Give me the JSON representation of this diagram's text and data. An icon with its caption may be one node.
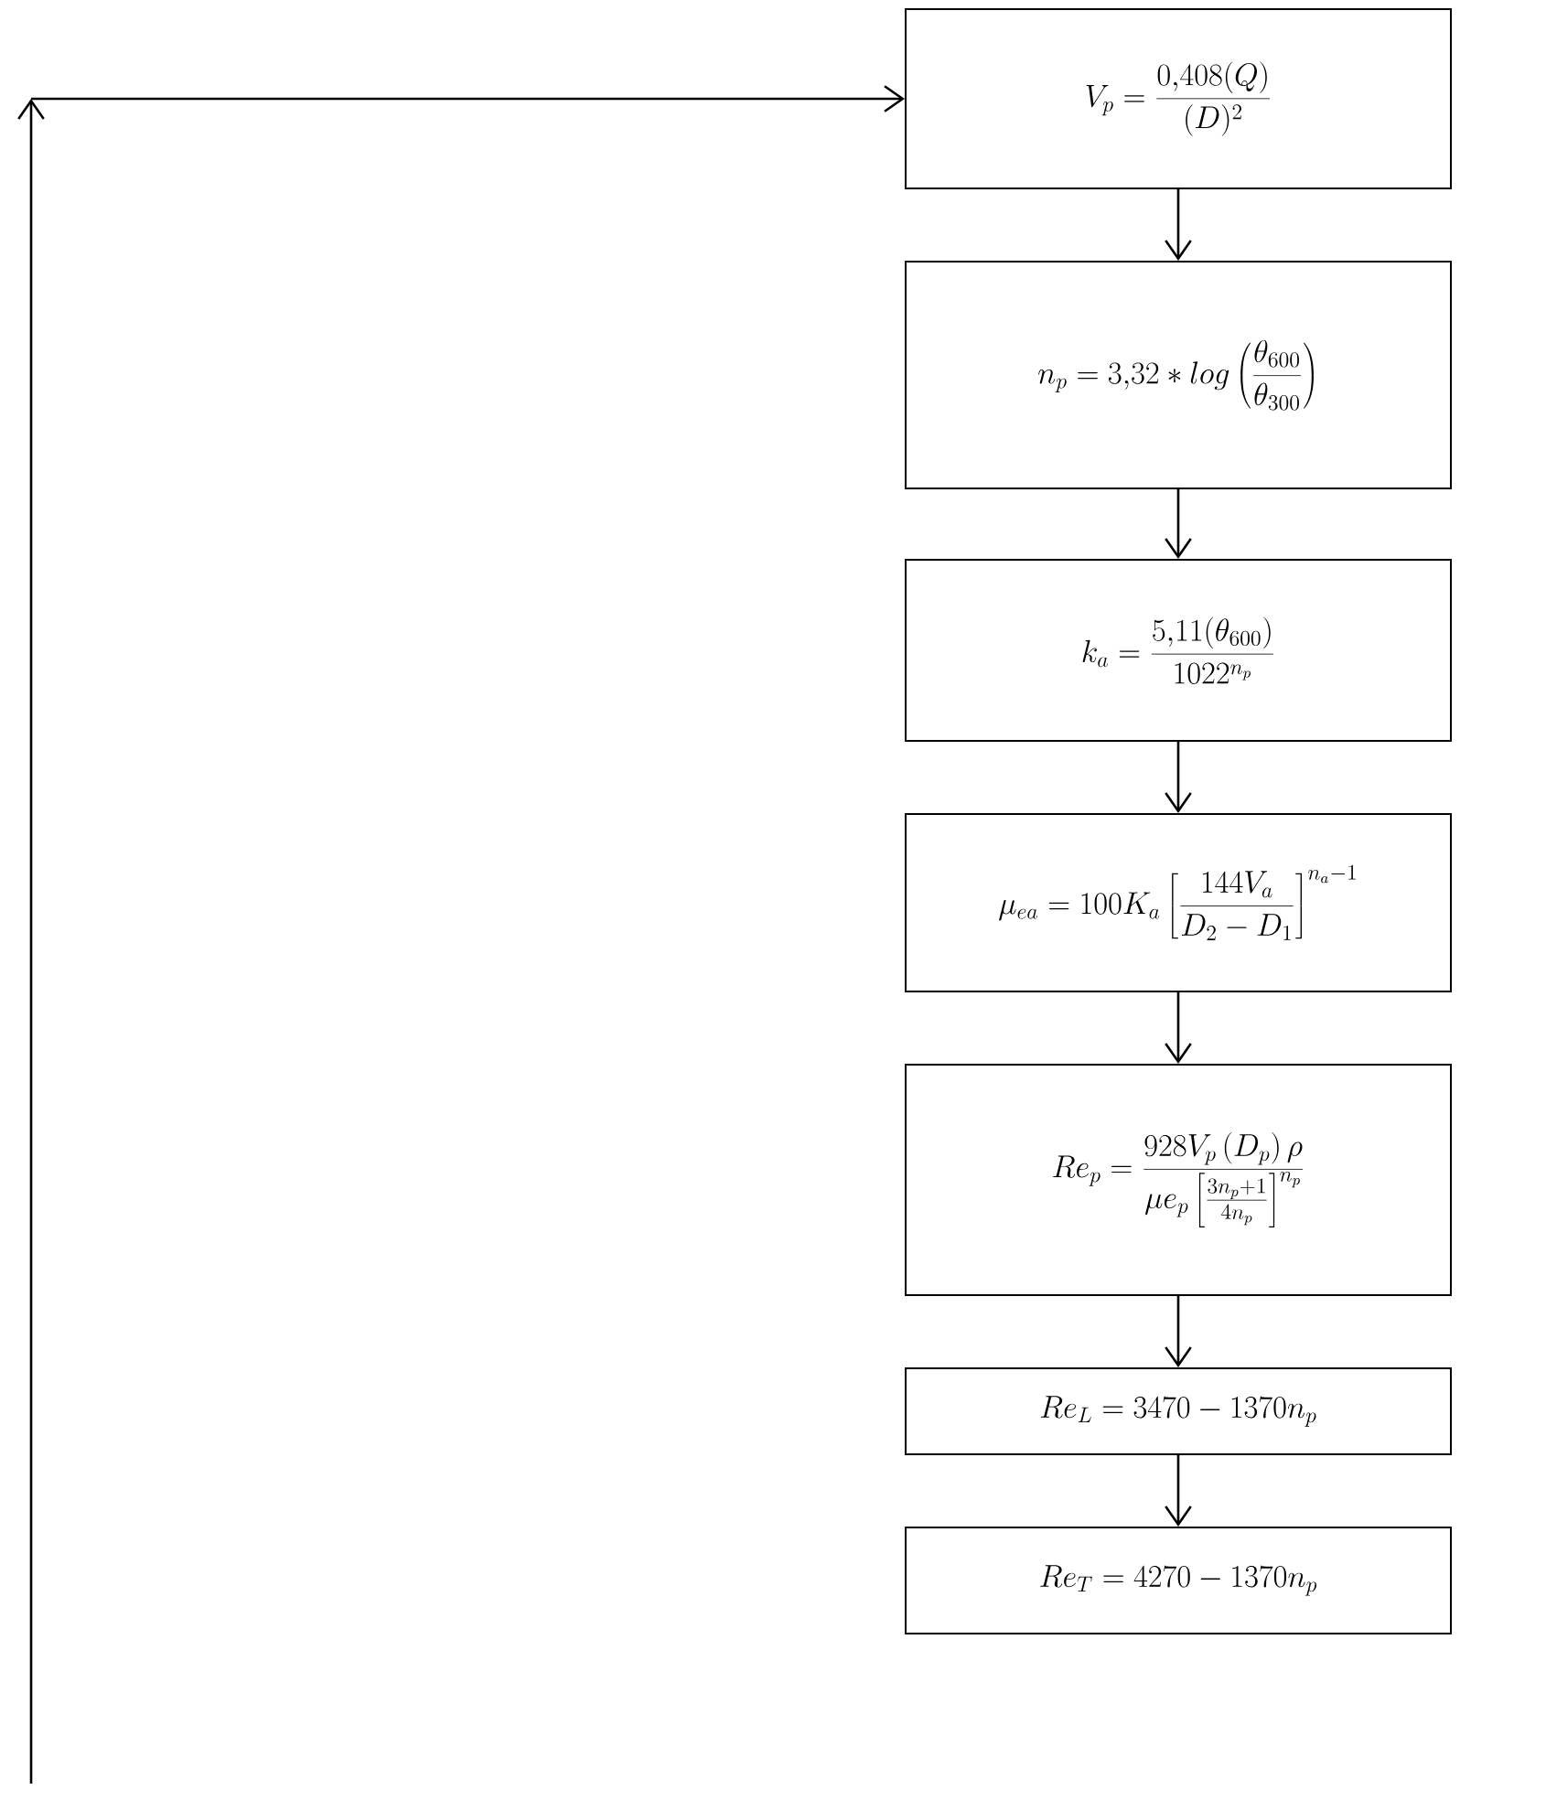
{
  "diagram": {
    "nodes": [
      {
        "text": [
          "V_p = \\frac{0{,}408(Q)}{(D)^2}"
        ]
      },
      {
        "text": [
          "n_p = 3{,}32 * log\\left(\\frac{\\theta_{600}}{\\theta_{300}}\\right)"
        ]
      },
      {
        "text": [
          "k_a = \\frac{5{,}11(\\theta_{600})}{1022^{n_p}}"
        ]
      },
      {
        "text": [
          "\\mu_{ea} = 100K_a\\left[\\frac{144V_a}{D_2 - D_1}\\right]^{n_a-1}"
        ]
      },
      {
        "text": [
          "Re_p = \\frac{928V_p\\left(D_p\\right)\\rho}{\\mu e_p\\left[\\frac{3n_p+1}{4n_p}\\right]^{n_p}}"
        ]
      },
      {
        "text": [
          "Re_L = 3470 - 1370n_p"
        ]
      },
      {
        "text": [
          "Re_T = 4270 - 1370n_p"
        ]
      }
    ],
    "edges": [
      {
        "from": 0,
        "to": 1,
        "arrow": "to"
      },
      {
        "from": 1,
        "to": 2,
        "arrow": "to"
      },
      {
        "from": 2,
        "to": 3,
        "arrow": "to"
      },
      {
        "from": 3,
        "to": 4,
        "arrow": "to"
      },
      {
        "from": 4,
        "to": 5,
        "arrow": "to"
      },
      {
        "from": 5,
        "to": 6,
        "arrow": "to"
      },
      {
        "from": null,
        "to": 0,
        "arrow": "to"
      }
    ]
  }
}
